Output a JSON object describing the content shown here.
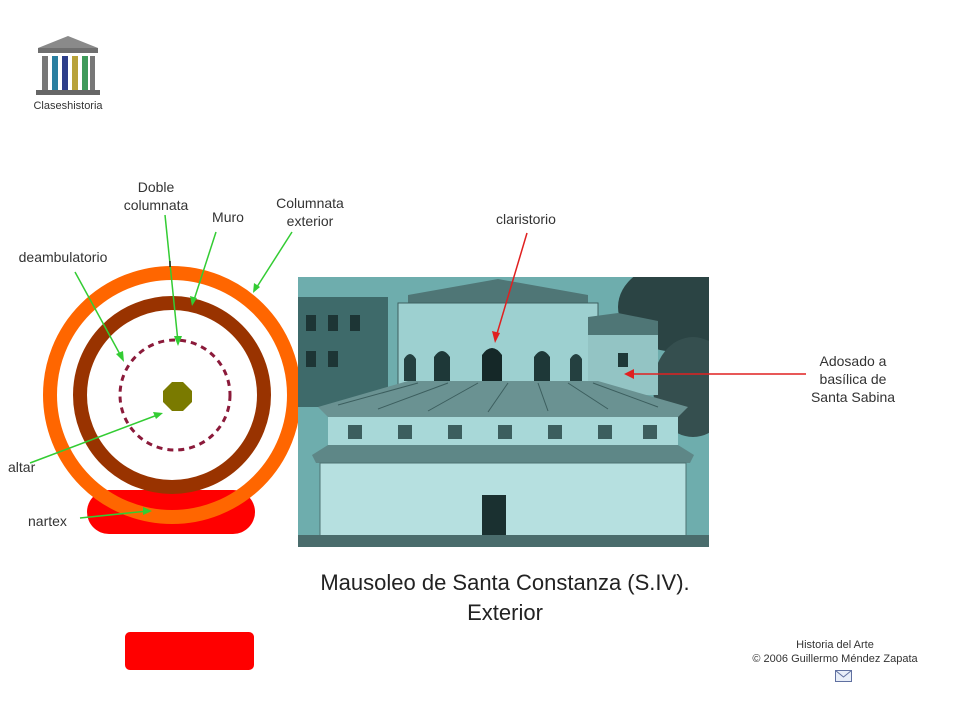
{
  "logo": {
    "caption": "Claseshistoria"
  },
  "labels": {
    "doble": [
      "Doble",
      "columnata"
    ],
    "muro": "Muro",
    "columnata_exterior": [
      "Columnata",
      "exterior"
    ],
    "claristorio": "claristorio",
    "deambulatorio": "deambulatorio",
    "altar": "altar",
    "nartex": "nartex",
    "adosado": [
      "Adosado a",
      "basílica de",
      "Santa Sabina"
    ]
  },
  "title": [
    "Mausoleo de Santa Constanza (S.IV).",
    "Exterior"
  ],
  "footer": {
    "line1": "Historia del Arte",
    "line2": "© 2006 Guillermo Méndez Zapata"
  },
  "colors": {
    "outer_ring": "#ff6600",
    "wall_ring": "#993300",
    "dashed_ring": "#8b1a3a",
    "altar": "#7a7a00",
    "nartex": "#ff0000",
    "arrow_green": "#33cc33",
    "arrow_red": "#e02020",
    "photo_tint": "#7fc8c8"
  },
  "icons": {
    "logo": "temple-icon",
    "mail": "mail-icon"
  }
}
